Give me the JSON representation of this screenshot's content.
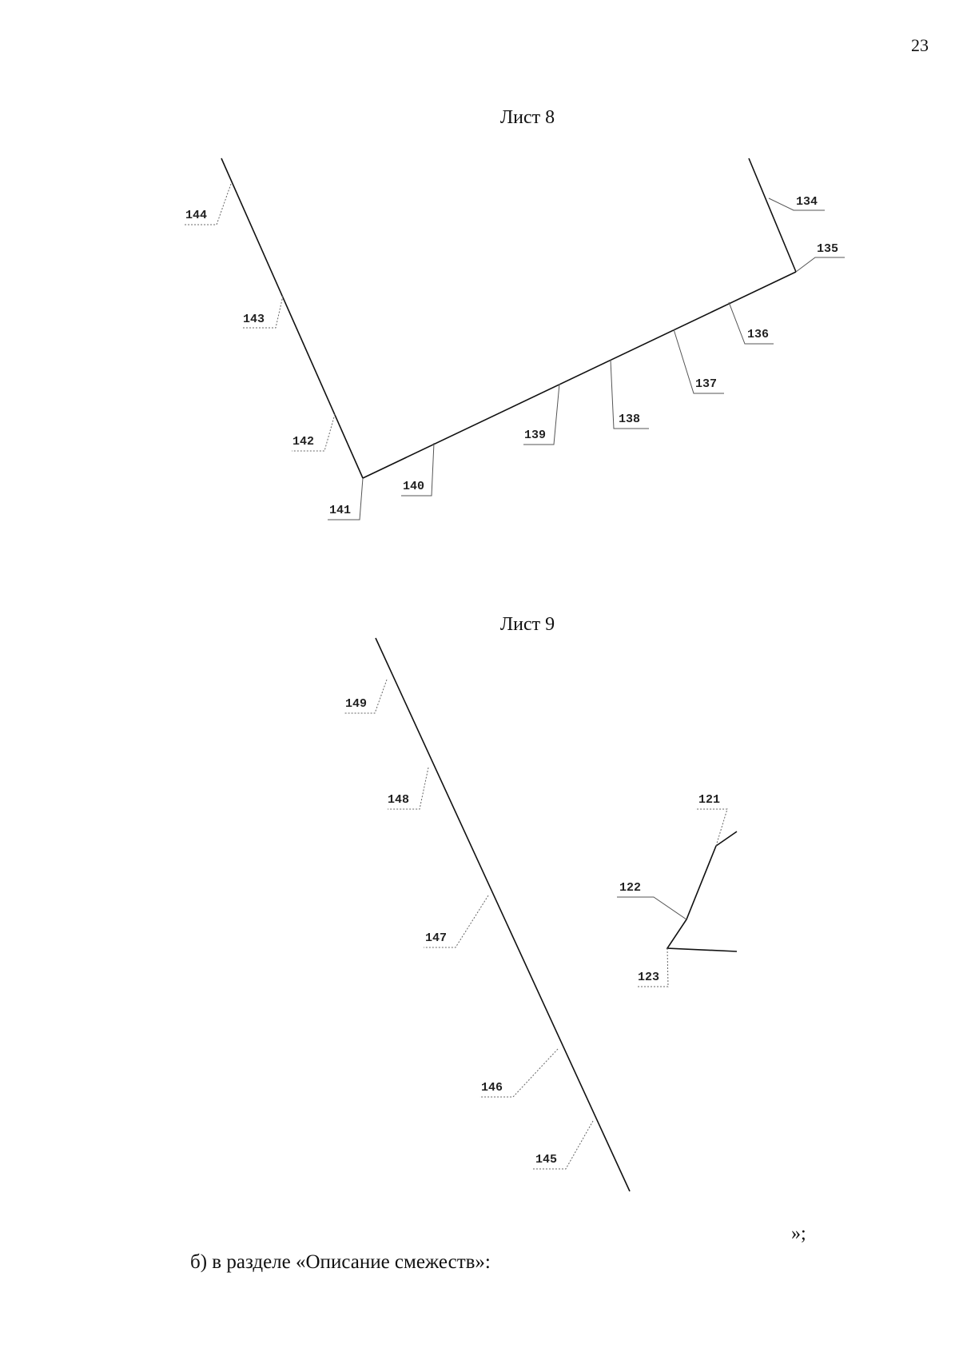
{
  "page": {
    "number": "23",
    "closing_mark": "»;",
    "paragraph": "б) в разделе «Описание смежеств»:"
  },
  "sheet8": {
    "title": "Лист 8",
    "labels": [
      "134",
      "135",
      "136",
      "137",
      "138",
      "139",
      "140",
      "141",
      "142",
      "143",
      "144"
    ]
  },
  "sheet9": {
    "title": "Лист 9",
    "labels": [
      "149",
      "148",
      "147",
      "146",
      "145",
      "121",
      "122",
      "123"
    ]
  }
}
